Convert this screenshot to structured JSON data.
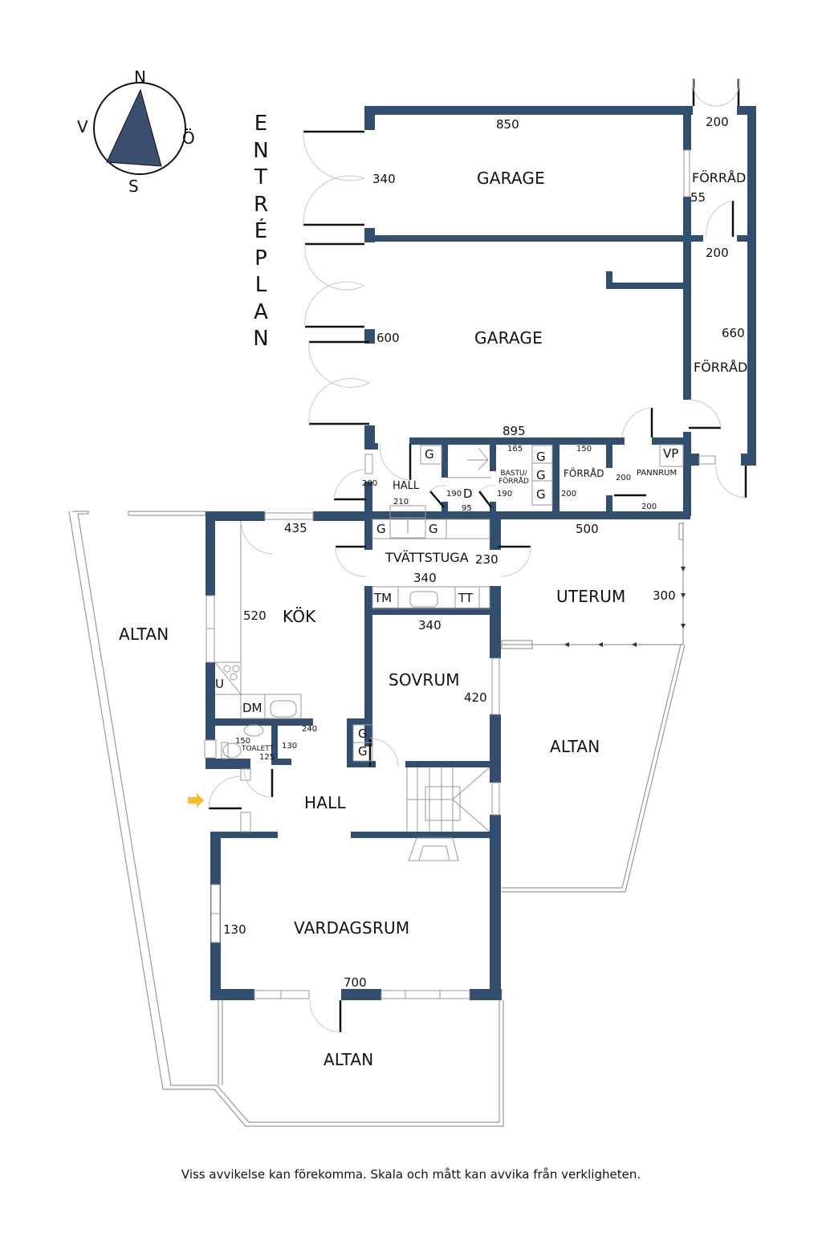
{
  "plan": {
    "floor_name": "ENTRÉPLAN",
    "floor_letters": [
      "E",
      "N",
      "T",
      "R",
      "É",
      "P",
      "L",
      "A",
      "N"
    ],
    "disclaimer": "Viss avvikelse kan förekomma. Skala och mått kan avvika från verkligheten.",
    "colors": {
      "wall": "#324f70",
      "compass_fill": "#3a4f6e",
      "entry_arrow": "#f7bd2a",
      "outline": "#999999"
    }
  },
  "compass": {
    "north": "N",
    "south": "S",
    "west": "V",
    "east": "Ö"
  },
  "rooms": {
    "garage_1": {
      "name": "GARAGE",
      "width": "850",
      "depth": "340"
    },
    "garage_2": {
      "name": "GARAGE",
      "depth": "600",
      "width": "895"
    },
    "forrad_ne": {
      "name": "FÖRRÅD",
      "door_top": "200",
      "window": "55",
      "door_bottom": "200"
    },
    "forrad_e": {
      "name": "FÖRRÅD",
      "length": "660"
    },
    "hall_upper": {
      "name": "HALL",
      "door": "200",
      "stair_width": "210"
    },
    "shower": {
      "name": "D",
      "door_left": "190",
      "width": "95"
    },
    "bastu": {
      "name_line1": "BASTU/",
      "name_line2": "FÖRRÅD",
      "width": "165",
      "door": "190"
    },
    "forrad_small": {
      "name": "FÖRRÅD",
      "width": "150",
      "door": "200"
    },
    "pannrum": {
      "name": "PANNRUM",
      "door_left": "200",
      "door_bottom": "200",
      "equipment": "VP"
    },
    "tvattstuga": {
      "name": "TVÄTTSTUGA",
      "depth": "230",
      "width": "340",
      "equip_tm": "TM",
      "equip_tt": "TT"
    },
    "uterum": {
      "name": "UTERUM",
      "width": "500",
      "depth": "300"
    },
    "kok": {
      "name": "KÖK",
      "width": "435",
      "depth": "520",
      "equip_u": "U",
      "equip_dm": "DM"
    },
    "sovrum": {
      "name": "SOVRUM",
      "width": "340",
      "depth": "420"
    },
    "toalett": {
      "name": "TOALETT",
      "width": "150",
      "depth": "125",
      "side": "130",
      "hall_width": "240"
    },
    "hall_lower": {
      "name": "HALL"
    },
    "vardagsrum": {
      "name": "VARDAGSRUM",
      "window": "130",
      "width": "700"
    },
    "altan_west": {
      "name": "ALTAN"
    },
    "altan_east": {
      "name": "ALTAN"
    },
    "altan_south": {
      "name": "ALTAN"
    }
  },
  "fixtures": {
    "wardrobe": "G"
  }
}
